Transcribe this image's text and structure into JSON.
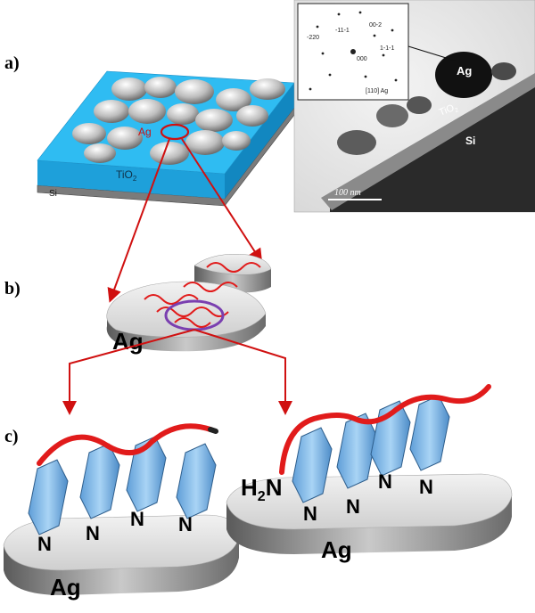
{
  "panels": {
    "a": {
      "label": "a)",
      "schematic": {
        "ag": "Ag",
        "tio2": "TiO",
        "tio2_sub": "2",
        "si": "Si"
      },
      "tem": {
        "ag": "Ag",
        "tio2": "TiO",
        "tio2_sub": "2",
        "si": "Si",
        "scale": "100 nm",
        "saed": {
          "s1": "-220",
          "s2": "-11-1",
          "s3": "00-2",
          "s4": "1-1-1",
          "s5": "000",
          "s6": "[110] Ag"
        }
      }
    },
    "b": {
      "label": "b)",
      "ag": "Ag"
    },
    "c": {
      "label": "c)",
      "left": {
        "ag": "Ag",
        "n1": "N",
        "n2": "N",
        "n3": "N",
        "n4": "N"
      },
      "right": {
        "ag": "Ag",
        "h": "H",
        "h_sub": "2",
        "hn": "N",
        "n1": "N",
        "n2": "N",
        "n3": "N",
        "n4": "N"
      }
    }
  },
  "colors": {
    "arrow": "#d01010",
    "polymer": "#e11b1b",
    "ring": "#8fc3ef",
    "ellipse_b": "#7a3fb0",
    "tio2": "#29b6f0"
  }
}
